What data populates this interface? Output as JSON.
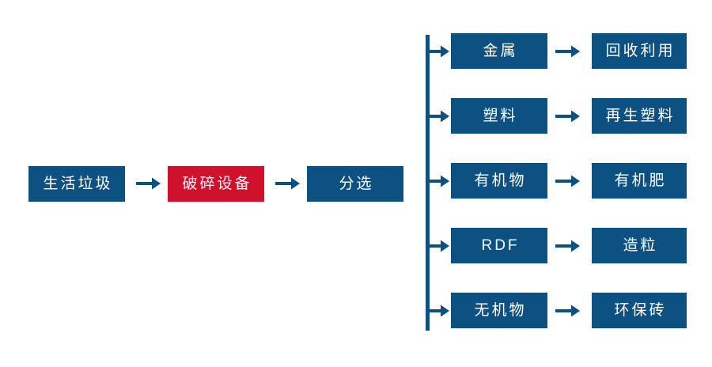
{
  "theme": {
    "background": "#ffffff",
    "box_blue": "#0d5082",
    "box_red": "#d0112b",
    "text_color": "#ffffff",
    "arrow_color": "#0d5082"
  },
  "diagram": {
    "type": "process-flowchart",
    "main_chain": [
      {
        "label": "生活垃圾",
        "color": "blue"
      },
      {
        "label": "破碎设备",
        "color": "red"
      },
      {
        "label": "分选",
        "color": "blue"
      }
    ],
    "branches": [
      {
        "material": "金属",
        "product": "回收利用"
      },
      {
        "material": "塑料",
        "product": "再生塑料"
      },
      {
        "material": "有机物",
        "product": "有机肥"
      },
      {
        "material": "RDF",
        "product": "造粒"
      },
      {
        "material": "无机物",
        "product": "环保砖"
      }
    ],
    "arrow_icon": "arrow-right-icon",
    "branch_icon": "branch-arrow-right-icon"
  }
}
